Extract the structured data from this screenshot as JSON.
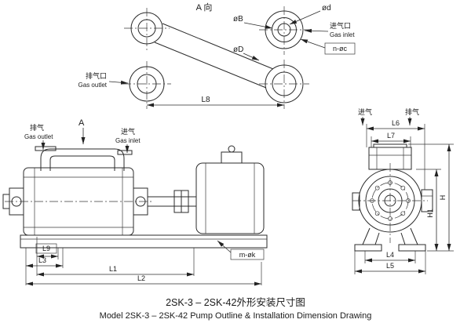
{
  "caption": {
    "cn": "2SK-3 – 2SK-42外形安装尺寸图",
    "en": "Model 2SK-3 – 2SK-42 Pump Outline & Installation Dimension Drawing"
  },
  "top_view": {
    "view_label": "A 向",
    "dim_b": "øB",
    "dim_d": "ød",
    "inlet_cn": "进气口",
    "inlet_en": "Gas inlet",
    "bolt_note": "n-øc",
    "dim_D": "øD",
    "outlet_cn": "排气口",
    "outlet_en": "Gas outlet",
    "l8": "L8"
  },
  "side_view": {
    "outlet_cn": "排气",
    "outlet_en": "Gas outlet",
    "inlet_cn": "进气",
    "inlet_en": "Gas inlet",
    "view_arrow": "A",
    "l9": "L9",
    "l3": "L3",
    "l1": "L1",
    "l2": "L2",
    "anchor_note": "m-øk"
  },
  "end_view": {
    "inlet_cn": "进气",
    "outlet_cn": "排气",
    "l6": "L6",
    "l7": "L7",
    "h1": "H1",
    "h": "H",
    "l4": "L4",
    "l5": "L5"
  }
}
